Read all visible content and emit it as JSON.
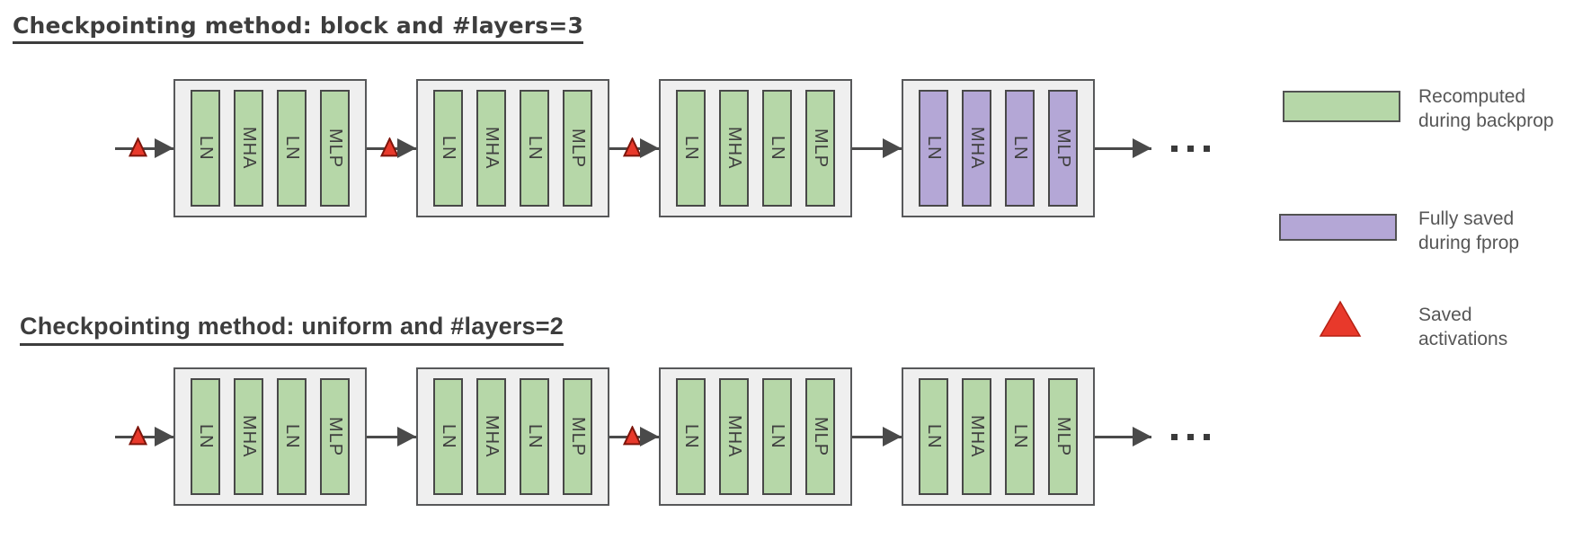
{
  "sections": [
    {
      "title": "Checkpointing method: block and #layers=3",
      "blocks": [
        {
          "type": "recomputed",
          "input_checkpoint": true
        },
        {
          "type": "recomputed",
          "input_checkpoint": true
        },
        {
          "type": "recomputed",
          "input_checkpoint": true
        },
        {
          "type": "fully_saved",
          "input_checkpoint": false
        }
      ],
      "ellipsis": "..."
    },
    {
      "title": "Checkpointing method: uniform and #layers=2",
      "blocks": [
        {
          "type": "recomputed",
          "input_checkpoint": true
        },
        {
          "type": "recomputed",
          "input_checkpoint": false
        },
        {
          "type": "recomputed",
          "input_checkpoint": true
        },
        {
          "type": "recomputed",
          "input_checkpoint": false
        }
      ],
      "ellipsis": "..."
    }
  ],
  "block_layers": [
    "LN",
    "MHA",
    "LN",
    "MLP"
  ],
  "legend": {
    "items": [
      {
        "swatch": "recomputed-swatch",
        "line1": "Recomputed",
        "line2": "during backprop"
      },
      {
        "swatch": "fully-saved-swatch",
        "line1": "Fully saved",
        "line2": "during fprop"
      },
      {
        "swatch": "saved-activations-triangle",
        "line1": "Saved",
        "line2": "activations"
      }
    ]
  },
  "colors": {
    "recomputed": "#b6d7a8",
    "fully_saved": "#b4a7d6",
    "saved_marker": "#e8392b",
    "saved_marker_border": "#7d150b",
    "block_fill": "#efefef",
    "block_border": "#57585a",
    "bar_border": "#484848",
    "line": "#4a4a4a",
    "title_text": "#3d3d3d",
    "legend_text": "#565656"
  }
}
